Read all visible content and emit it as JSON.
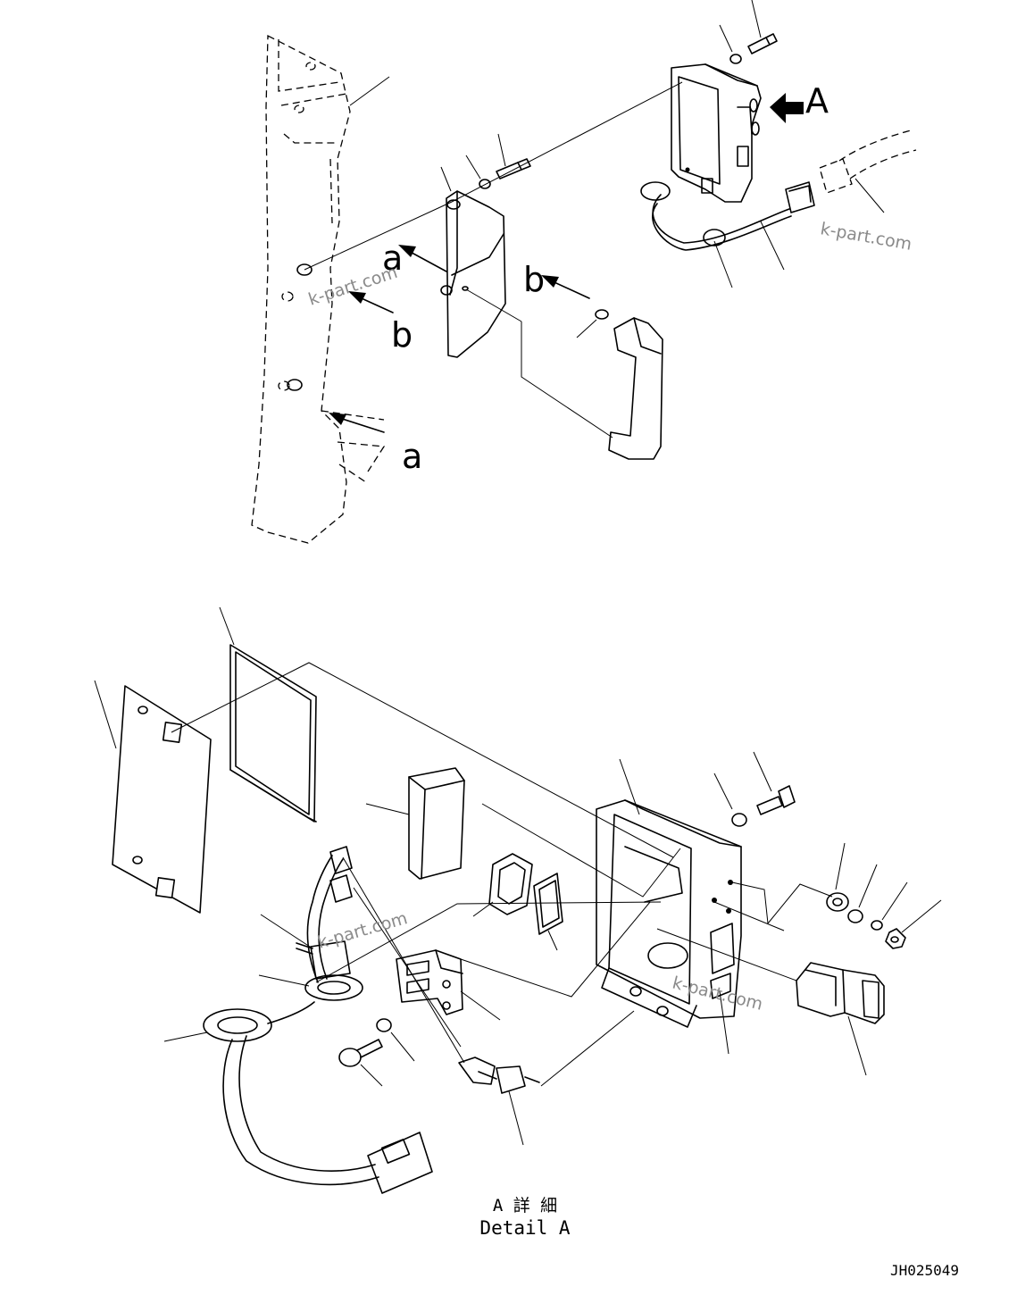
{
  "view_label": "A",
  "refs": {
    "a": "a",
    "b": "b"
  },
  "detail": {
    "jp": "A 詳 細",
    "en": "Detail A"
  },
  "drawing_id": "JH025049",
  "watermark": "k-part.com"
}
